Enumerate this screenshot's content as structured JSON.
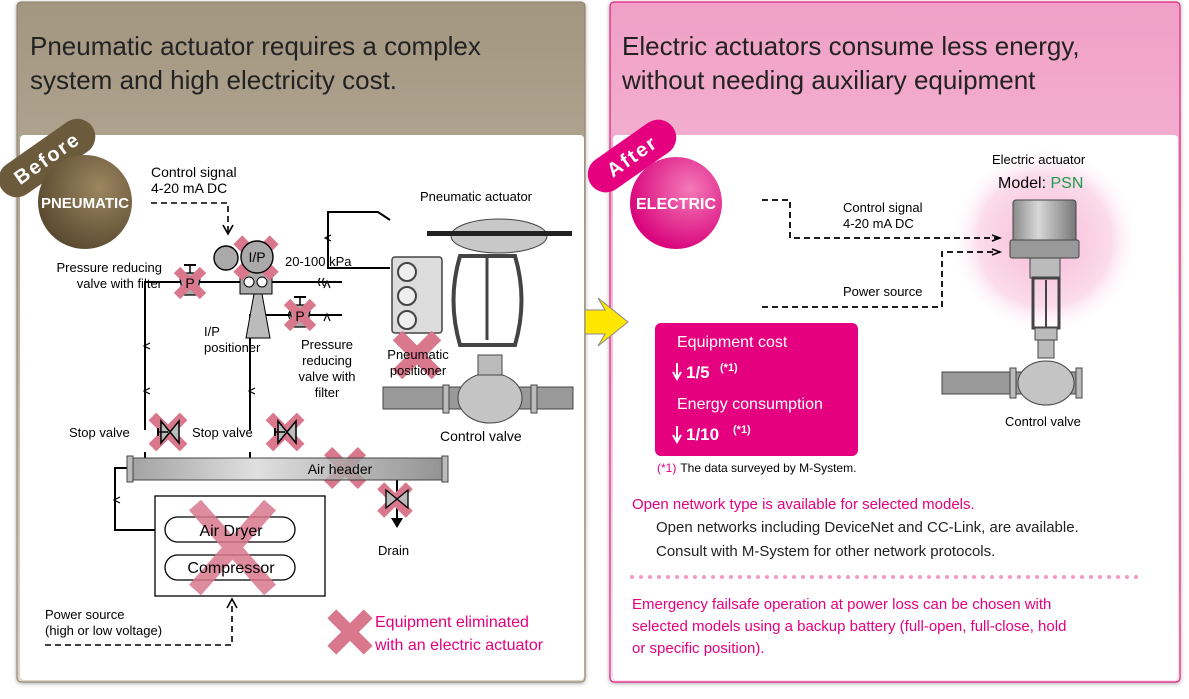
{
  "colors": {
    "accent_pink": "#e4007f",
    "brown": "#6b5a3b",
    "eliminated_x": "#d9788c",
    "model_green": "#1a9a4a",
    "arrow_yellow": "#ffe600"
  },
  "before": {
    "title_lines": [
      "Pneumatic actuator requires a complex",
      "system and high electricity cost."
    ],
    "badge": "Before",
    "circle_label": "PNEUMATIC",
    "control_signal": [
      "Control signal",
      "4-20 mA DC"
    ],
    "pressure_reducing_1": [
      "Pressure reducing",
      "valve with filter"
    ],
    "pressure_reducing_2": [
      "Pressure",
      "reducing",
      "valve with",
      "filter"
    ],
    "ip_label": "I/P",
    "ip_positioner": [
      "I/P",
      "positioner"
    ],
    "p_label": "P",
    "pressure_range": "20-100 kPa",
    "pneumatic_actuator": "Pneumatic actuator",
    "pneumatic_positioner": [
      "Pneumatic",
      "positioner"
    ],
    "control_valve": "Control valve",
    "stop_valve": "Stop valve",
    "air_header": "Air header",
    "drain": "Drain",
    "air_dryer": "Air Dryer",
    "compressor": "Compressor",
    "power_source": [
      "Power source",
      "(high or low voltage)"
    ],
    "legend": [
      "Equipment eliminated",
      "with an electric actuator"
    ]
  },
  "after": {
    "title_lines": [
      "Electric actuators consume less energy,",
      "without needing auxiliary equipment"
    ],
    "badge": "After",
    "circle_label": "ELECTRIC",
    "control_signal": [
      "Control signal",
      "4-20 mA DC"
    ],
    "power_source": "Power source",
    "electric_actuator": "Electric actuator",
    "model_prefix": "Model: ",
    "model_name": "PSN",
    "control_valve": "Control valve",
    "savings": {
      "equipment_label": "Equipment cost",
      "equipment_value": "1/5",
      "energy_label": "Energy consumption",
      "energy_value": "1/10",
      "note_mark": "(*1)"
    },
    "footnote_mark": "(*1)",
    "footnote_text": "The data surveyed by M-System.",
    "network_heading": "Open network type is available for selected models.",
    "network_lines": [
      "Open networks including DeviceNet and CC-Link, are available.",
      "Consult with M-System for other network protocols."
    ],
    "failsafe_lines": [
      "Emergency failsafe operation at power loss can be chosen with",
      "selected models using a backup battery (full-open, full-close, hold",
      "or specific position)."
    ]
  }
}
